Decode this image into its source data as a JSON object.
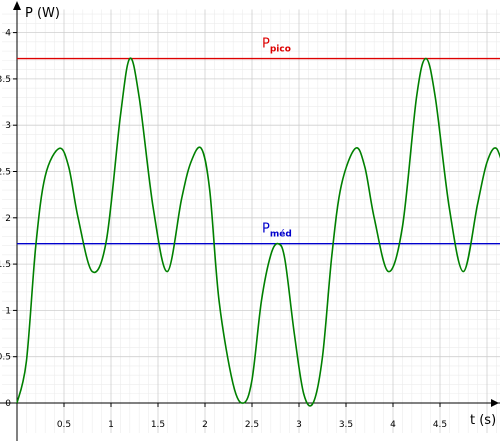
{
  "chart_data": {
    "type": "line",
    "ylabel": "P (W)",
    "xlabel": "t (s)",
    "xlim": [
      0,
      5.2
    ],
    "ylim": [
      0,
      4.25
    ],
    "x_ticks": [
      0.5,
      1,
      1.5,
      2,
      2.5,
      3,
      3.5,
      4,
      4.5
    ],
    "x_tick_labels": [
      "0.5",
      "1",
      "1.5",
      "2",
      "2.5",
      "3",
      "3.5",
      "4",
      "4.5"
    ],
    "y_ticks": [
      0,
      0.5,
      1,
      1.5,
      2,
      2.5,
      3,
      3.5,
      4
    ],
    "y_tick_labels": [
      "0",
      "0.5",
      "1",
      "1.5",
      "2",
      "2.5",
      "3",
      "3.5",
      "4"
    ],
    "grid": true,
    "colors": {
      "curve": "#008000",
      "peak": "#dd0000",
      "average": "#0000cc",
      "grid": "#d4d4d4",
      "axis": "#000000"
    },
    "series": [
      {
        "x": [
          0,
          0.1,
          0.2,
          0.3,
          0.45,
          0.55,
          0.65,
          0.8,
          0.95,
          1.1,
          1.2,
          1.3,
          1.45,
          1.6,
          1.75,
          1.85,
          1.96,
          2.05,
          2.15,
          2.3,
          2.41,
          2.5,
          2.6,
          2.7,
          2.78,
          2.85,
          2.95,
          3.05,
          3.15,
          3.25,
          3.35,
          3.45,
          3.6,
          3.7,
          3.8,
          3.95,
          4.1,
          4.25,
          4.35,
          4.45,
          4.6,
          4.75,
          4.9,
          5.0,
          5.1,
          5.2
        ],
        "y": [
          0,
          0.45,
          1.7,
          2.45,
          2.75,
          2.55,
          2.0,
          1.42,
          1.75,
          3.1,
          3.72,
          3.3,
          2.1,
          1.42,
          2.2,
          2.6,
          2.75,
          2.3,
          1.1,
          0.2,
          0,
          0.25,
          1.1,
          1.6,
          1.72,
          1.55,
          0.75,
          0.1,
          0,
          0.5,
          1.6,
          2.35,
          2.75,
          2.55,
          2.0,
          1.42,
          1.9,
          3.3,
          3.72,
          3.3,
          2.1,
          1.42,
          2.15,
          2.6,
          2.75,
          2.45
        ]
      }
    ],
    "reference_lines": [
      {
        "label": "P",
        "label_sub": "pico",
        "y": 3.72,
        "color": "#dd0000"
      },
      {
        "label": "P",
        "label_sub": "méd",
        "y": 1.72,
        "color": "#0000cc"
      }
    ]
  }
}
